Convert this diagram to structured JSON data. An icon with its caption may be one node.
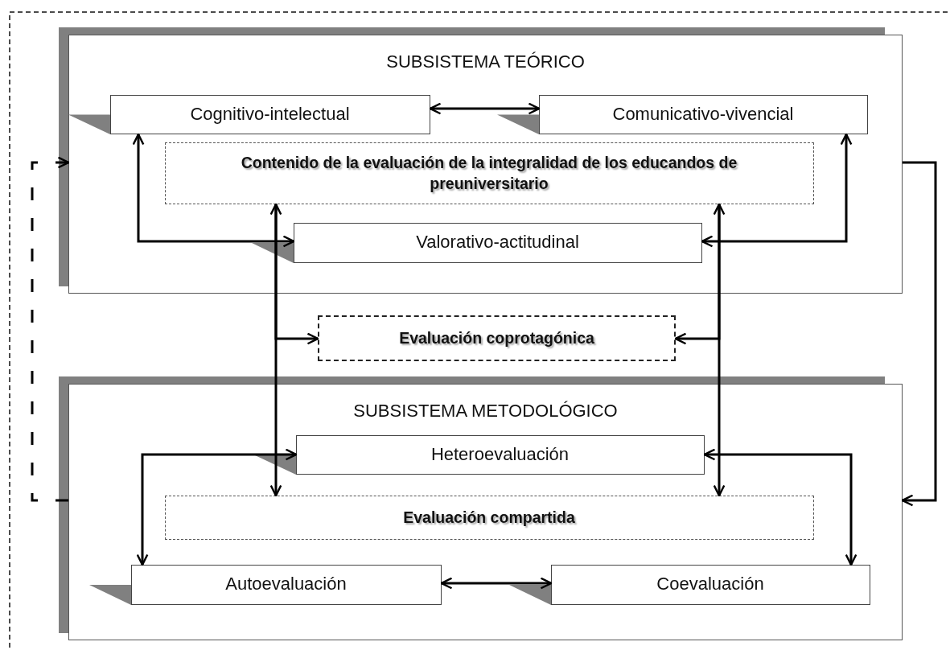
{
  "diagram": {
    "nodes": [
      {
        "text": [
          "SUBSISTEMA TEÓRICO"
        ]
      },
      {
        "text": [
          "Cognitivo-intelectual"
        ],
        "in": 0
      },
      {
        "text": [
          "Comunicativo-vivencial"
        ],
        "in": 0
      },
      {
        "text": [
          "Contenido de la evaluación de la integralidad de los educandos de preuniversitario"
        ],
        "in": 0
      },
      {
        "text": [
          "Valorativo-actitudinal"
        ],
        "in": 0
      },
      {
        "text": [
          "Evaluación coprotagónica"
        ]
      },
      {
        "text": [
          "SUBSISTEMA METODOLÓGICO"
        ]
      },
      {
        "text": [
          "Heteroevaluación"
        ],
        "in": 6
      },
      {
        "text": [
          "Evaluación compartida"
        ],
        "in": 6
      },
      {
        "text": [
          "Autoevaluación"
        ],
        "in": 6
      },
      {
        "text": [
          "Coevaluación"
        ],
        "in": 6
      }
    ],
    "edges": [
      {
        "from": 1,
        "to": 2,
        "arrow": "both"
      },
      {
        "from": 1,
        "to": 4,
        "arrow": "both"
      },
      {
        "from": 2,
        "to": 4,
        "arrow": "both"
      },
      {
        "from": 3,
        "to": 8,
        "arrow": "both"
      },
      {
        "from": 3,
        "to": 5,
        "arrow": "to"
      },
      {
        "from": 3,
        "to": 8,
        "arrow": "both"
      },
      {
        "from": 3,
        "to": 5,
        "arrow": "to"
      },
      {
        "from": 9,
        "to": 7,
        "arrow": "both"
      },
      {
        "from": 10,
        "to": 7,
        "arrow": "both"
      },
      {
        "from": 9,
        "to": 10,
        "arrow": "both"
      },
      {
        "from": 0,
        "to": 6,
        "arrow": "to"
      },
      {
        "from": 6,
        "to": 0,
        "arrow": "to",
        "style": "dashed"
      }
    ]
  }
}
